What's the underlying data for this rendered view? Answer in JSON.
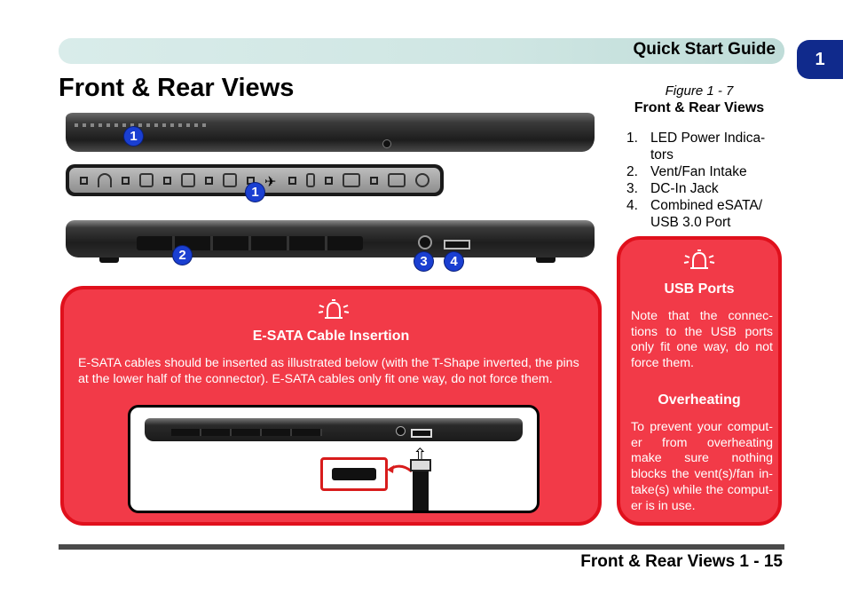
{
  "header": {
    "title": "Quick Start Guide",
    "chapter": "1"
  },
  "page_title": "Front & Rear Views",
  "figure": {
    "number": "Figure 1 - 7",
    "name": "Front & Rear Views",
    "items": [
      {
        "num": "1.",
        "label": "LED Power Indica-tors"
      },
      {
        "num": "2.",
        "label": "Vent/Fan Intake"
      },
      {
        "num": "3.",
        "label": "DC-In Jack"
      },
      {
        "num": "4.",
        "label": "Combined eSATA/ USB 3.0 Port"
      }
    ]
  },
  "callouts": {
    "front_led": "1",
    "led_strip": "1",
    "vent": "2",
    "dc_in": "3",
    "esata_port": "4"
  },
  "esata_note": {
    "title": "E-SATA Cable Insertion",
    "text": "E-SATA cables should be inserted as illustrated below (with the T-Shape inverted, the pins at the lower half of the connector). E-SATA cables only fit one way, do not force them."
  },
  "usb_note": {
    "title": "USB Ports",
    "text": "Note that the connec-tions to the USB ports only fit one way, do not force them."
  },
  "overheating_note": {
    "title": "Overheating",
    "text": "To prevent your comput-er from overheating make sure nothing blocks the vent(s)/fan in-take(s) while the comput-er is in use."
  },
  "footer": {
    "text": "Front & Rear Views 1 - 15"
  },
  "colors": {
    "note_fill": "#f23a48",
    "note_border": "#e0101c",
    "badge": "#1a3fd1",
    "chapter_tab": "#102a8c",
    "header_band": "#cfe6e3"
  },
  "icons": {
    "note": "alarm-bell-icon"
  }
}
